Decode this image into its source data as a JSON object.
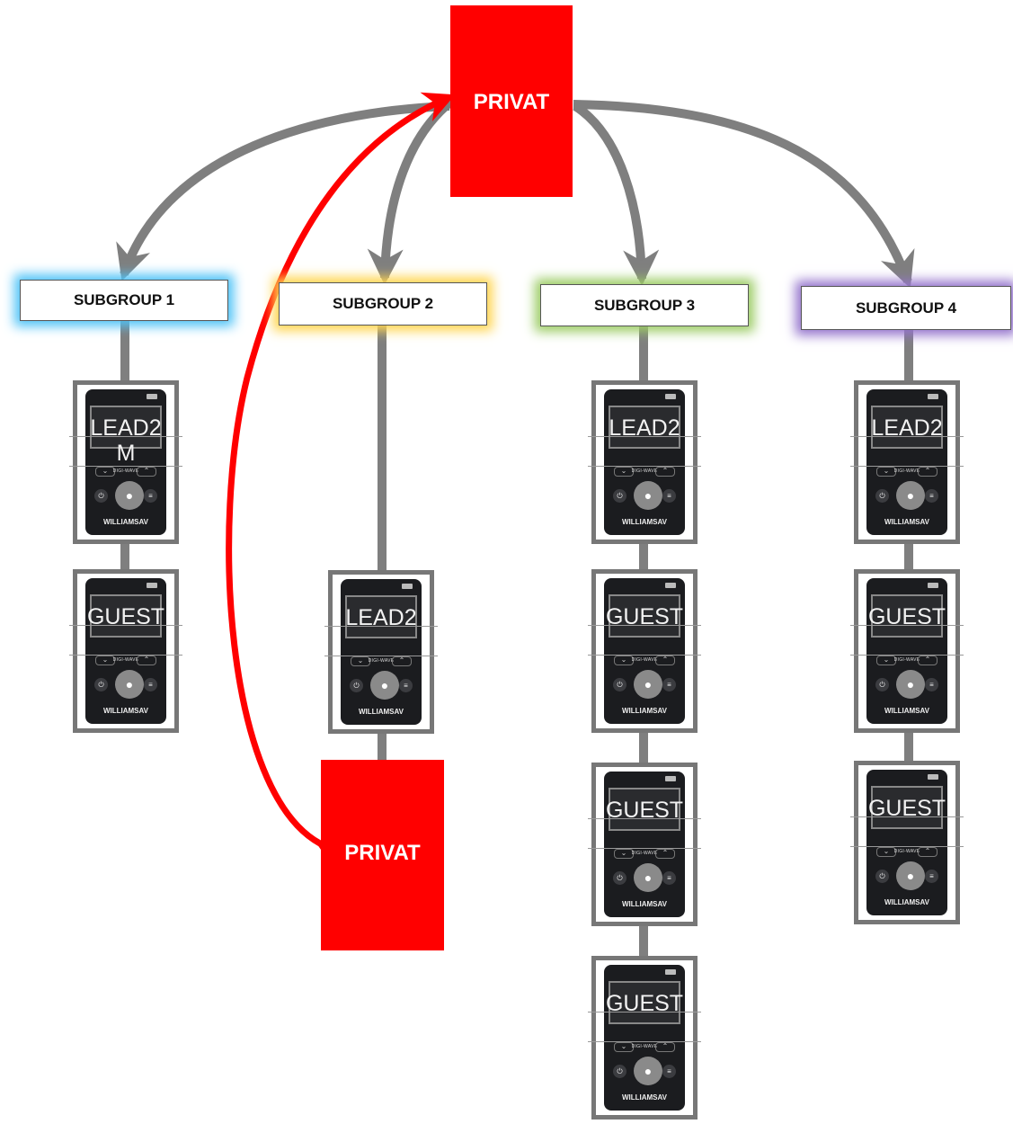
{
  "root": {
    "label": "PRIVAT"
  },
  "private_target": {
    "label": "PRIVAT"
  },
  "subgroups": [
    {
      "label": "SUBGROUP 1",
      "glow": "#4fc3f7"
    },
    {
      "label": "SUBGROUP 2",
      "glow": "#ffd54f"
    },
    {
      "label": "SUBGROUP 3",
      "glow": "#9ccc65"
    },
    {
      "label": "SUBGROUP 4",
      "glow": "#9575cd"
    }
  ],
  "devices": {
    "sg1": [
      {
        "screen": "LEAD2\nM"
      },
      {
        "screen": "GUEST"
      }
    ],
    "sg2": [
      {
        "screen": "LEAD2"
      }
    ],
    "sg3": [
      {
        "screen": "LEAD2"
      },
      {
        "screen": "GUEST"
      },
      {
        "screen": "GUEST"
      },
      {
        "screen": "GUEST"
      }
    ],
    "sg4": [
      {
        "screen": "LEAD2"
      },
      {
        "screen": "GUEST"
      },
      {
        "screen": "GUEST"
      }
    ]
  },
  "device_text": {
    "model": "DIGI-WAVE",
    "brand": "WILLIAMSAV"
  },
  "colors": {
    "privat": "#ff0000",
    "arrow_gray": "#7f7f7f",
    "arrow_red": "#ff0000"
  }
}
